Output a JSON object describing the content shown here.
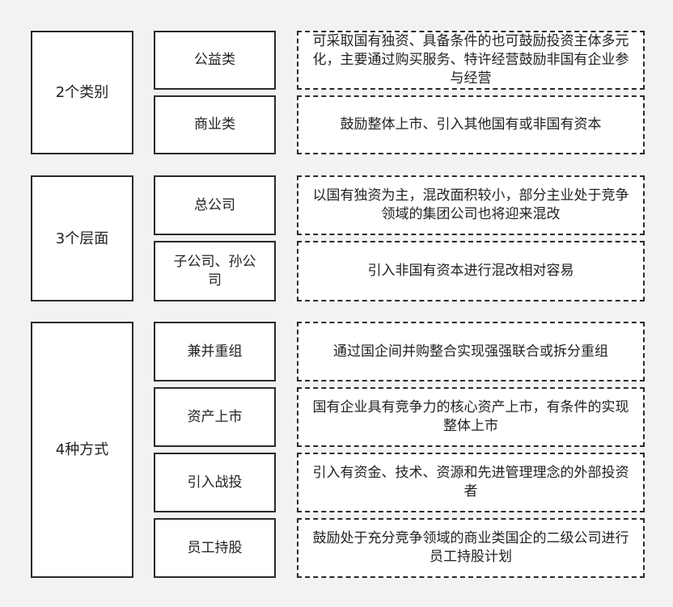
{
  "groups": [
    {
      "label": "2个类别",
      "items": [
        {
          "name": "公益类",
          "desc": "可采取国有独资、具备条件的也可鼓励投资主体多元化，主要通过购买服务、特许经营鼓励非国有企业参与经营"
        },
        {
          "name": "商业类",
          "desc": "鼓励整体上市、引入其他国有或非国有资本"
        }
      ]
    },
    {
      "label": "3个层面",
      "items": [
        {
          "name": "总公司",
          "desc": "以国有独资为主，混改面积较小，部分主业处于竞争领域的集团公司也将迎来混改"
        },
        {
          "name": "子公司、孙公司",
          "desc": "引入非国有资本进行混改相对容易"
        }
      ]
    },
    {
      "label": "4种方式",
      "items": [
        {
          "name": "兼并重组",
          "desc": "通过国企间并购整合实现强强联合或拆分重组"
        },
        {
          "name": "资产上市",
          "desc": "国有企业具有竞争力的核心资产上市，有条件的实现整体上市"
        },
        {
          "name": "引入战投",
          "desc": "引入有资金、技术、资源和先进管理理念的外部投资者"
        },
        {
          "name": "员工持股",
          "desc": "鼓励处于充分竞争领域的商业类国企的二级公司进行员工持股计划"
        }
      ]
    }
  ]
}
